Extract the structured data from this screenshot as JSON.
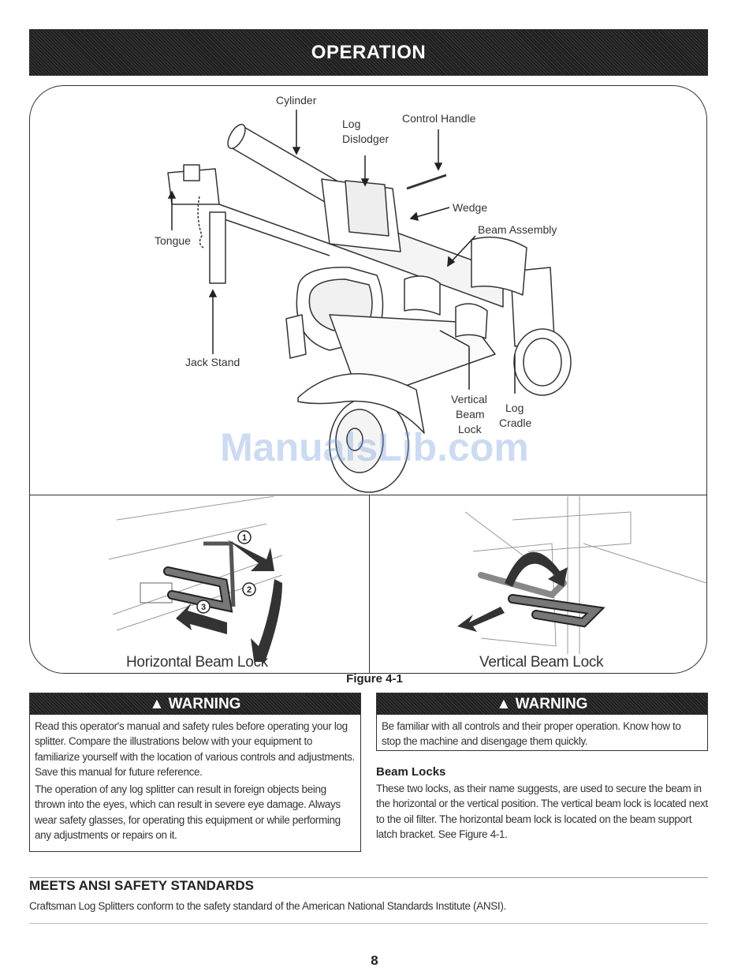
{
  "header": {
    "title": "OPERATION"
  },
  "figure": {
    "labels": {
      "cylinder": "Cylinder",
      "log_dislodger_1": "Log",
      "log_dislodger_2": "Dislodger",
      "control_handle": "Control Handle",
      "wedge": "Wedge",
      "beam_assembly": "Beam Assembly",
      "tongue": "Tongue",
      "jack_stand": "Jack Stand",
      "vertical_beam_lock_1": "Vertical",
      "vertical_beam_lock_2": "Beam",
      "vertical_beam_lock_3": "Lock",
      "log_cradle_1": "Log",
      "log_cradle_2": "Cradle"
    },
    "step_numbers": [
      "1",
      "2",
      "3"
    ],
    "horizontal_caption": "Horizontal Beam Lock",
    "vertical_caption": "Vertical Beam Lock",
    "caption": "Figure 4-1"
  },
  "watermark": "ManualsLib.com",
  "warning_left": {
    "title": "WARNING",
    "paragraphs": [
      "Read this operator's manual and safety rules before operating your log splitter. Compare the illustrations below with your equipment to familiarize yourself with the location of various controls and adjustments. Save this manual for future reference.",
      "The operation of any log splitter can result in foreign objects being thrown into the eyes, which can result in severe eye damage. Always wear safety glasses, for operating this equipment or while performing any adjustments or repairs on it."
    ]
  },
  "warning_right": {
    "title": "WARNING",
    "paragraphs": [
      "Be familiar with all controls and their proper operation. Know how to stop the machine and disengage them quickly."
    ]
  },
  "beam_locks": {
    "title": "Beam Locks",
    "text": "These two locks, as their name suggests, are used to secure the beam in the horizontal or the vertical position. The vertical beam lock is located next to the oil filter. The horizontal beam lock is located on the beam support latch bracket. See Figure 4-1."
  },
  "ansi": {
    "title": "MEETS ANSI SAFETY STANDARDS",
    "text": "Craftsman Log Splitters conform to the safety standard of the American National Standards Institute (ANSI)."
  },
  "page_number": "8"
}
